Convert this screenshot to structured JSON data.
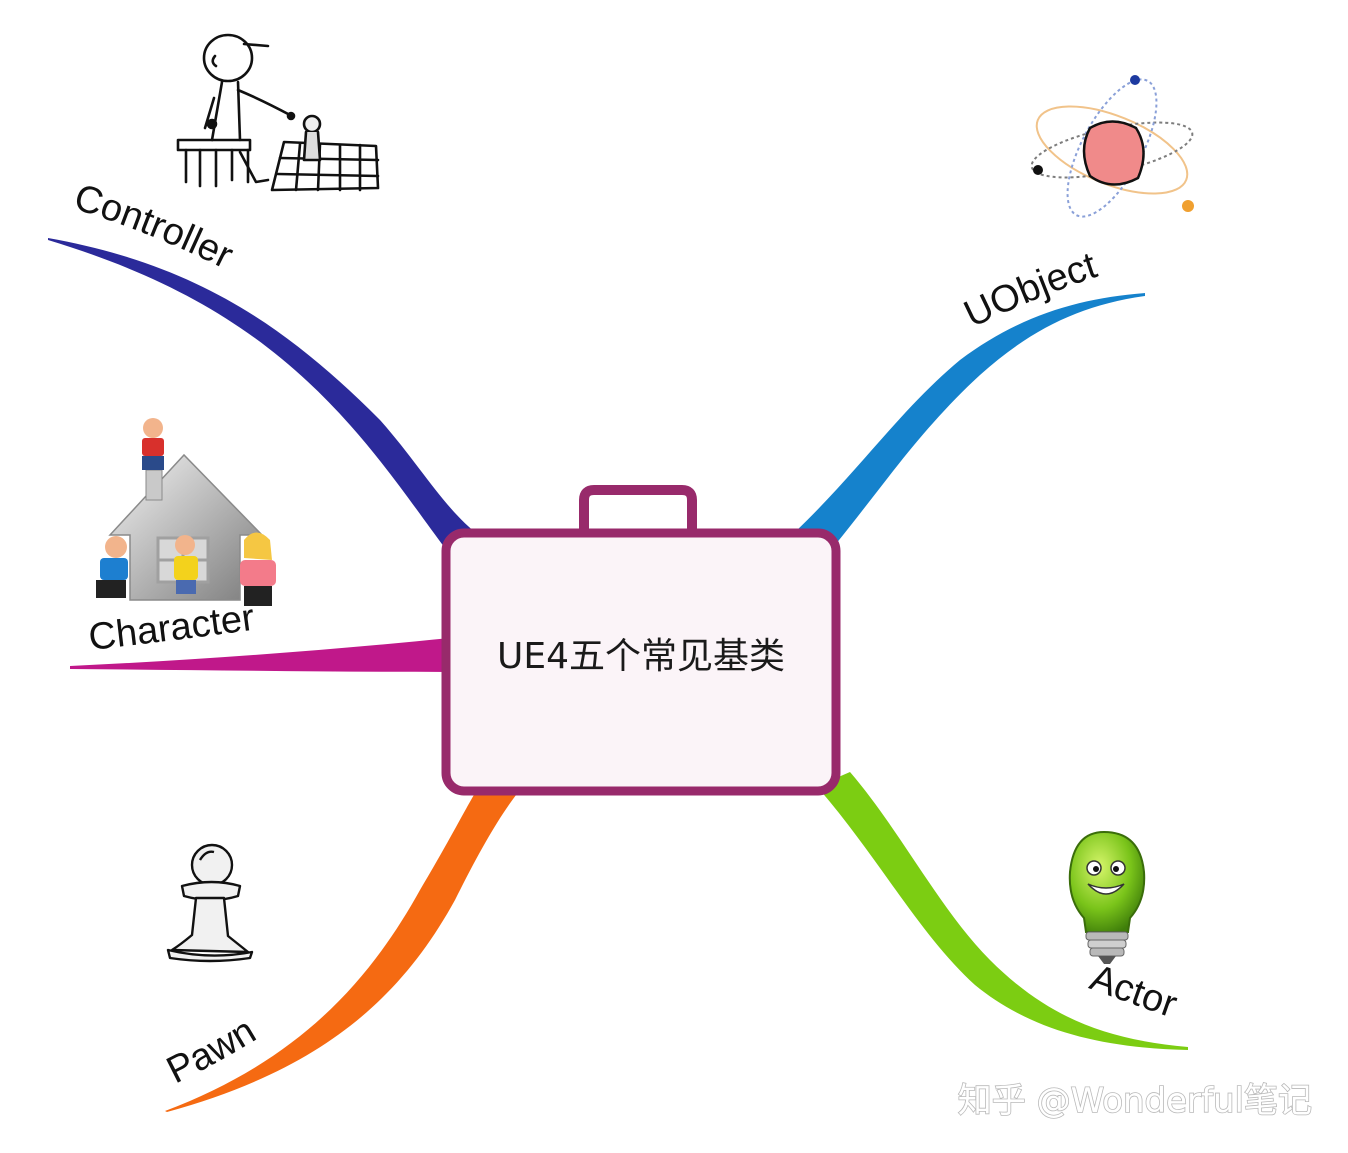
{
  "central_topic": {
    "label": "UE4五个常见基类",
    "icon": "briefcase-icon"
  },
  "branches": [
    {
      "id": "controller",
      "label": "Controller",
      "color": "#2b2a9a",
      "icon": "player-at-chessboard-icon"
    },
    {
      "id": "character",
      "label": "Character",
      "color": "#c0188a",
      "icon": "house-with-people-icon"
    },
    {
      "id": "pawn",
      "label": "Pawn",
      "color": "#f56a12",
      "icon": "pawn-chess-piece-icon"
    },
    {
      "id": "uobject",
      "label": "UObject",
      "color": "#1582cc",
      "icon": "atom-icon"
    },
    {
      "id": "actor",
      "label": "Actor",
      "color": "#7ccd12",
      "icon": "smiling-lightbulb-icon"
    }
  ],
  "watermark": "知乎 @Wonderful笔记"
}
